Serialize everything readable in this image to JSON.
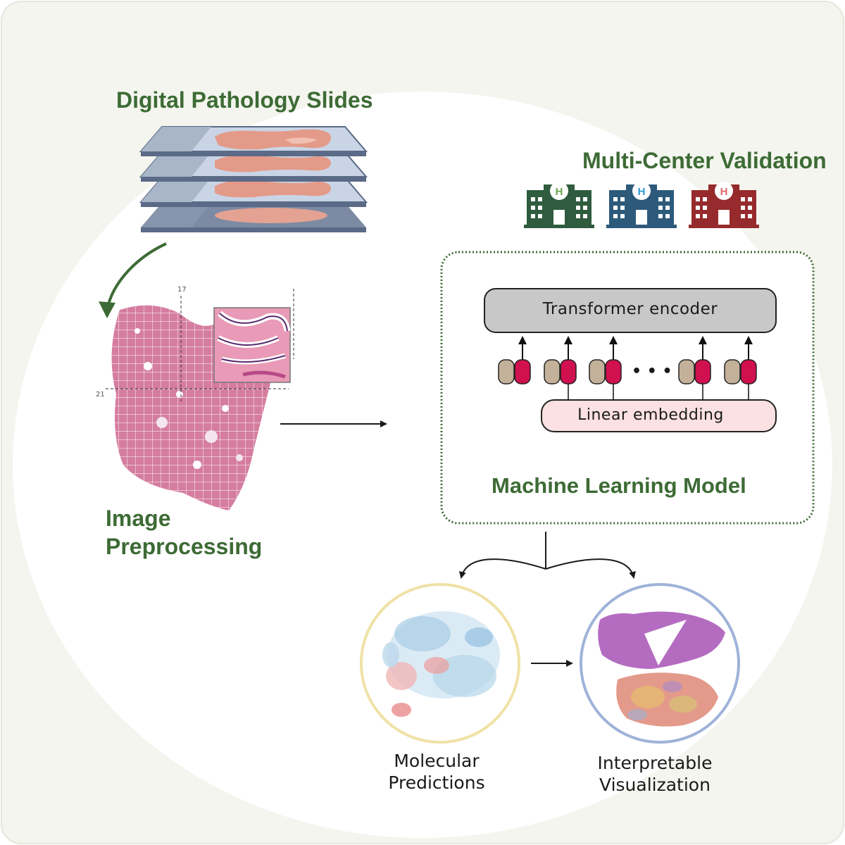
{
  "titles": {
    "slides": "Digital Pathology Slides",
    "validation": "Multi-Center Validation",
    "preprocessing_line1": "Image",
    "preprocessing_line2": "Preprocessing",
    "model": "Machine Learning Model"
  },
  "model_box": {
    "encoder": "Transformer encoder",
    "embedding": "Linear embedding",
    "ellipsis": "• • •"
  },
  "grid_ticks": {
    "top": "17",
    "left": "21"
  },
  "outputs": {
    "molecular_line1": "Molecular",
    "molecular_line2": "Predictions",
    "visual_line1": "Interpretable",
    "visual_line2": "Visualization"
  },
  "hospital_icon_letter": "H",
  "colors": {
    "title_green": "#3d6b35",
    "hospital_green": "#2f5b3e",
    "hospital_blue": "#2d5a7b",
    "hospital_red": "#962a2c",
    "token_beige": "#c4b19a",
    "token_magenta": "#d0104f",
    "encoder_gray": "#c8c8c8",
    "embedding_pink": "#fbe1e1",
    "predictions_ring": "#efe2a6",
    "visualization_ring": "#9fb3d9",
    "background": "#f3f5ee"
  }
}
